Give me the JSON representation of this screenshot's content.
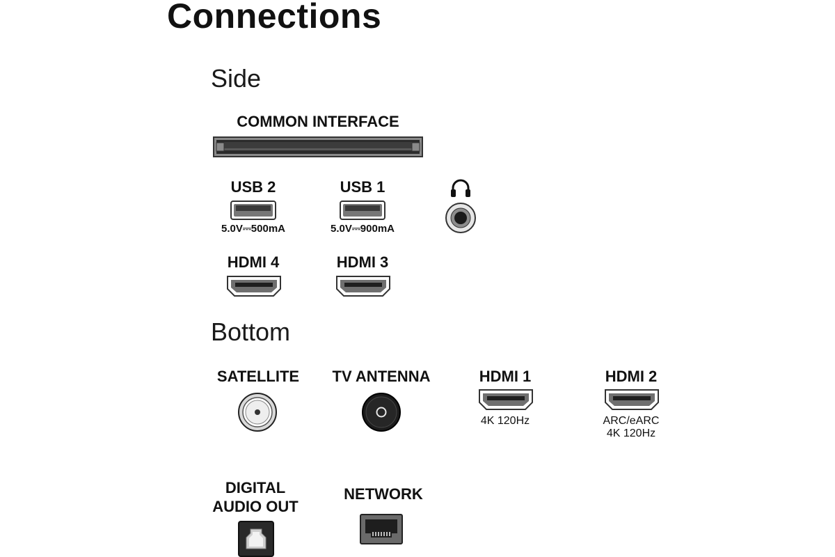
{
  "title": "Connections",
  "sections": {
    "side": "Side",
    "bottom": "Bottom"
  },
  "ports": {
    "common_interface": {
      "label": "COMMON INTERFACE",
      "icon": "ci-slot-icon"
    },
    "usb2": {
      "label": "USB 2",
      "spec": "5.0V⎓500mA",
      "icon": "usb-port-icon"
    },
    "usb1": {
      "label": "USB 1",
      "spec": "5.0V⎓900mA",
      "icon": "usb-port-icon"
    },
    "headphone": {
      "icon": "headphone-icon"
    },
    "hdmi4": {
      "label": "HDMI 4",
      "icon": "hdmi-port-icon"
    },
    "hdmi3": {
      "label": "HDMI 3",
      "icon": "hdmi-port-icon"
    },
    "satellite": {
      "label": "SATELLITE",
      "icon": "satellite-connector-icon"
    },
    "tv_antenna": {
      "label": "TV ANTENNA",
      "icon": "antenna-connector-icon"
    },
    "hdmi1": {
      "label": "HDMI 1",
      "spec": "4K 120Hz",
      "icon": "hdmi-port-icon"
    },
    "hdmi2": {
      "label": "HDMI 2",
      "spec_line1": "ARC/eARC",
      "spec_line2": "4K 120Hz",
      "icon": "hdmi-port-icon"
    },
    "digital_audio_out": {
      "label_line1": "DIGITAL",
      "label_line2": "AUDIO OUT",
      "icon": "optical-port-icon"
    },
    "network": {
      "label": "NETWORK",
      "icon": "ethernet-port-icon"
    }
  }
}
